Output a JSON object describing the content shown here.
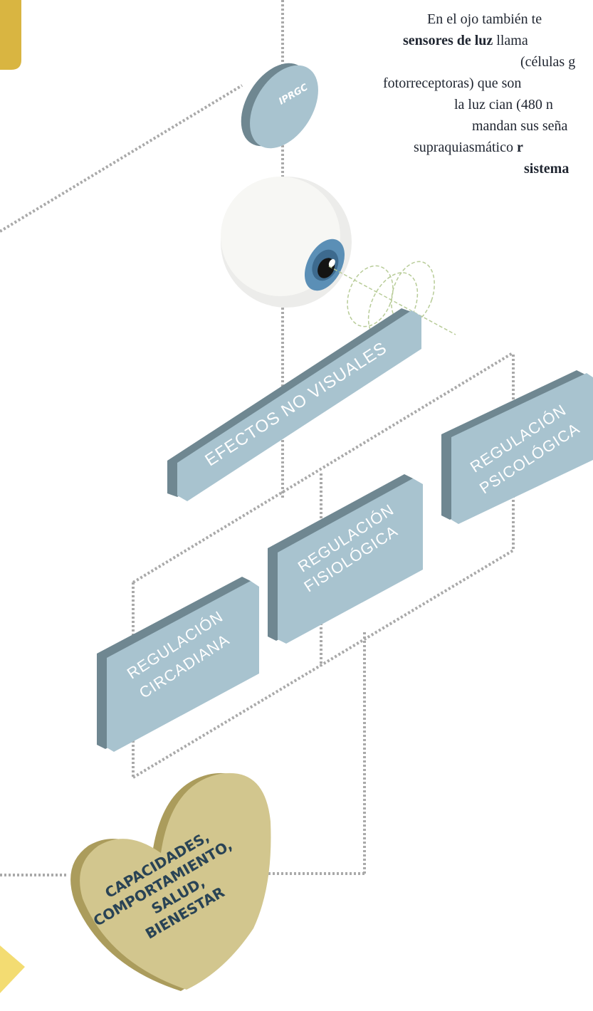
{
  "caption": {
    "line1": "En el ojo también te",
    "line2_bold": "sensores de luz",
    "line2_rest": " llama",
    "line3": "(células g",
    "line4": "fotorreceptoras) que son",
    "line5": "la luz cian (480 n",
    "line6": "mandan sus seña",
    "line7_rest": "supraquiasmático ",
    "line7_bold": "r",
    "line8_bold": "sistema"
  },
  "diagram": {
    "sensor_label": "IPRGC",
    "main_box": "EFECTOS NO VISUALES",
    "circadian_box": {
      "line1": "REGULACIÓN",
      "line2": "CIRCADIANA"
    },
    "physiological_box": {
      "line1": "REGULACIÓN",
      "line2": "FISIOLÓGICA"
    },
    "psychological_box": {
      "line1": "REGULACIÓN",
      "line2": "PSICOLÓGICA"
    },
    "heart": {
      "line1": "CAPACIDADES,",
      "line2": "COMPORTAMIENTO,",
      "line3": "SALUD,",
      "line4": "BIENESTAR"
    }
  },
  "colors": {
    "box_top": "#a8c3cf",
    "box_side": "#6f8791",
    "heart_top": "#d2c68e",
    "heart_side": "#ab9c5c",
    "dotted_line": "#a9a9a9",
    "iris": "#5b8fb6",
    "accent_yellow": "#f3dc72",
    "gold": "#d9b541",
    "light_path": "#b8cc98"
  }
}
